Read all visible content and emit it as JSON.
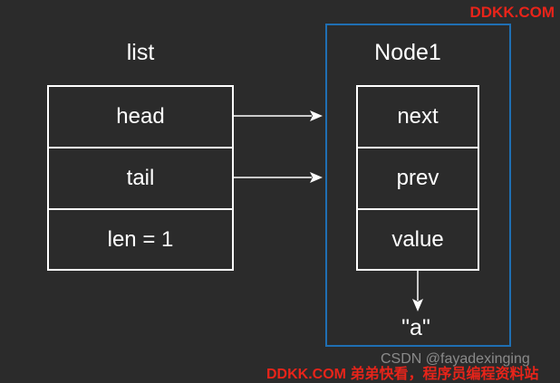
{
  "watermark_top": "DDKK.COM",
  "list": {
    "title": "list",
    "fields": [
      "head",
      "tail",
      "len = 1"
    ]
  },
  "node": {
    "title": "Node1",
    "fields": [
      "next",
      "prev",
      "value"
    ],
    "value_target": "\"a\""
  },
  "colors": {
    "background": "#2b2b2b",
    "stroke": "#ffffff",
    "node_frame": "#1f6fb3",
    "watermark": "#e8241a"
  },
  "watermark_csdn": "CSDN @fayadexinging",
  "watermark_bottom": "DDKK.COM 弟弟快看，程序员编程资料站"
}
